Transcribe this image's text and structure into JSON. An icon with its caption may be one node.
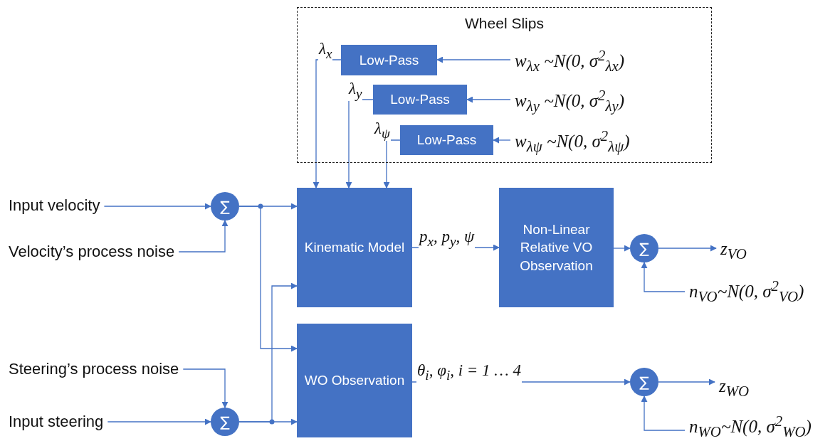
{
  "diagram": {
    "nodes": [
      {
        "text": [
          "Wheel Slips"
        ]
      },
      {
        "text": [
          "Low-Pass"
        ],
        "in": 0
      },
      {
        "text": [
          "Low-Pass"
        ],
        "in": 0
      },
      {
        "text": [
          "Low-Pass"
        ],
        "in": 0
      },
      {
        "text": [
          "w$_{λx}$ ~N(0, σ$^{2}$$_{λx}$)"
        ],
        "in": 0
      },
      {
        "text": [
          "w$_{λy}$ ~N(0, σ$^{2}$$_{λy}$)"
        ],
        "in": 0
      },
      {
        "text": [
          "w$_{λψ}$ ~N(0, σ$^{2}$$_{λψ}$)"
        ],
        "in": 0
      },
      {
        "text": [
          "Input velocity"
        ]
      },
      {
        "text": [
          "Velocity’s process noise"
        ]
      },
      {
        "text": [
          "∑"
        ]
      },
      {
        "text": [
          "Steering’s process noise"
        ]
      },
      {
        "text": [
          "Input steering"
        ]
      },
      {
        "text": [
          "∑"
        ]
      },
      {
        "text": [
          "Kinematic Model"
        ]
      },
      {
        "text": [
          "WO Observation"
        ]
      },
      {
        "text": [
          "Non-Linear Relative VO Observation"
        ]
      },
      {
        "text": [
          "∑"
        ]
      },
      {
        "text": [
          "z$_{VO}$"
        ]
      },
      {
        "text": [
          "n$_{VO}$~N(0, σ$^{2}$$_{VO}$)"
        ]
      },
      {
        "text": [
          "∑"
        ]
      },
      {
        "text": [
          "z$_{WO}$"
        ]
      },
      {
        "text": [
          "n$_{WO}$~N(0, σ$^{2}$$_{WO}$)"
        ]
      }
    ],
    "edges": [
      {
        "from": 4,
        "to": 1,
        "arrow": "to"
      },
      {
        "from": 5,
        "to": 2,
        "arrow": "to"
      },
      {
        "from": 6,
        "to": 3,
        "arrow": "to"
      },
      {
        "from": 1,
        "to": 13,
        "arrow": "to",
        "label": "λ$_{x}$"
      },
      {
        "from": 2,
        "to": 13,
        "arrow": "to",
        "label": "λ$_{y}$"
      },
      {
        "from": 3,
        "to": 13,
        "arrow": "to",
        "label": "λ$_{ψ}$"
      },
      {
        "from": 7,
        "to": 9,
        "arrow": "to"
      },
      {
        "from": 8,
        "to": 9,
        "arrow": "to"
      },
      {
        "from": 9,
        "to": 13,
        "arrow": "to"
      },
      {
        "from": 9,
        "to": 14,
        "arrow": "to"
      },
      {
        "from": 10,
        "to": 12,
        "arrow": "to"
      },
      {
        "from": 11,
        "to": 12,
        "arrow": "to"
      },
      {
        "from": 12,
        "to": 14,
        "arrow": "to"
      },
      {
        "from": 12,
        "to": 13,
        "arrow": "to"
      },
      {
        "from": 13,
        "to": 15,
        "arrow": "to",
        "label": "p$_{x}$, p$_{y}$, ψ"
      },
      {
        "from": 15,
        "to": 16,
        "arrow": "to"
      },
      {
        "from": 16,
        "to": 17,
        "arrow": "to"
      },
      {
        "from": 18,
        "to": 16,
        "arrow": "to"
      },
      {
        "from": 14,
        "to": 19,
        "arrow": "to",
        "label": "θ$_{i}$, φ$_{i}$, i = 1 … 4"
      },
      {
        "from": 19,
        "to": 20,
        "arrow": "to"
      },
      {
        "from": 21,
        "to": 19,
        "arrow": "to"
      }
    ]
  }
}
